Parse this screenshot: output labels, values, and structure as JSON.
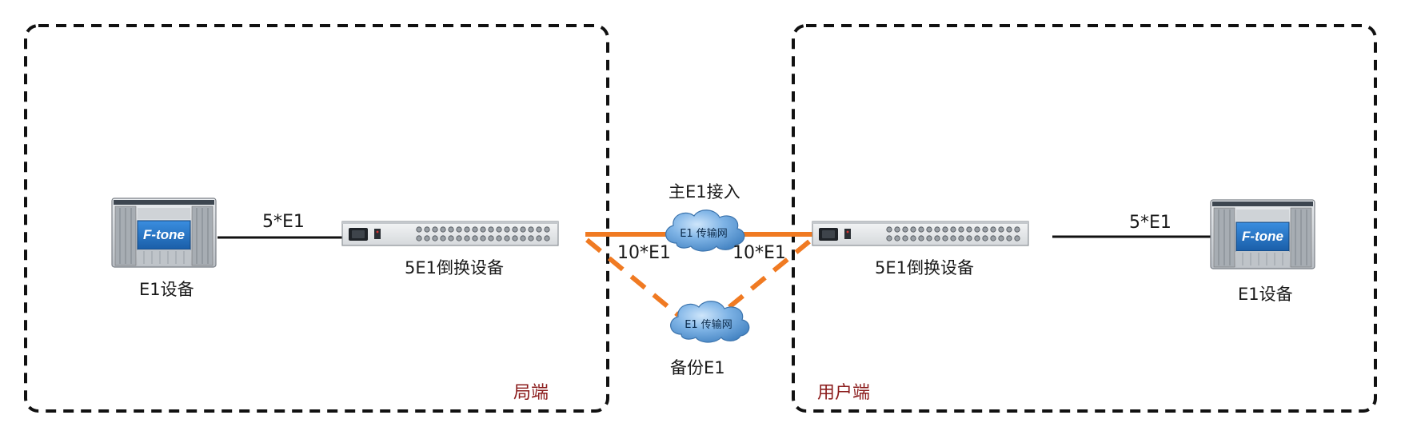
{
  "zones": {
    "left_label": "局端",
    "right_label": "用户端"
  },
  "devices": {
    "left_e1_device": {
      "label": "E1设备",
      "brand": "F-tone"
    },
    "right_e1_device": {
      "label": "E1设备",
      "brand": "F-tone"
    },
    "left_converter": {
      "label": "5E1倒换设备"
    },
    "right_converter": {
      "label": "5E1倒换设备"
    }
  },
  "links": {
    "left_link_label": "5*E1",
    "right_link_label": "5*E1",
    "left_trunk_label": "10*E1",
    "right_trunk_label": "10*E1",
    "main_path_label": "主E1接入",
    "backup_path_label": "备份E1"
  },
  "clouds": {
    "main_cloud_text": "E1 传输网",
    "backup_cloud_text": "E1 传输网"
  },
  "colors": {
    "zone_border": "#111111",
    "zone_label": "#8b1c1c",
    "orange_link": "#f07a22",
    "black_link": "#111111",
    "cloud_fill": "#5a9bd5",
    "cloud_highlight": "#a8cdf0",
    "brand_blue": "#1f6fc0",
    "chassis_gray": "#c8ccd0"
  }
}
